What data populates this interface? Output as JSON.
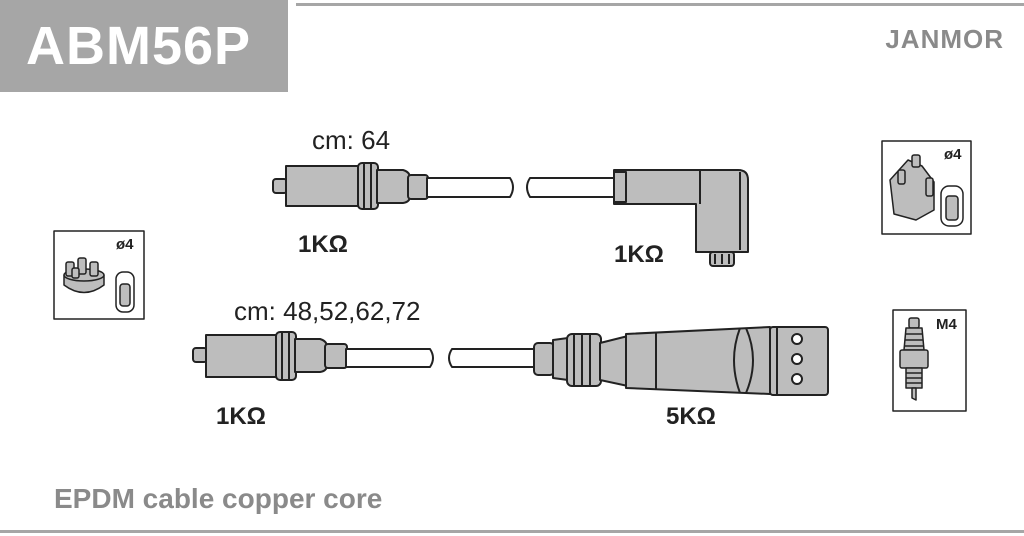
{
  "header": {
    "code": "ABM56P",
    "brand": "JANMOR"
  },
  "cables": [
    {
      "length_label": "cm: 64",
      "left_resistance": "1KΩ",
      "right_resistance": "1KΩ"
    },
    {
      "length_label": "cm: 48,52,62,72",
      "left_resistance": "1KΩ",
      "right_resistance": "5KΩ"
    }
  ],
  "icons": {
    "distributor_left": {
      "rating": "ø4"
    },
    "coil_right": {
      "rating": "ø4"
    },
    "spark_plug": {
      "rating": "M4"
    }
  },
  "footer": {
    "cable_description": "EPDM cable copper core"
  },
  "colors": {
    "header_gray": "#a6a6a6",
    "part_gray": "#bdbdbd",
    "outline": "#222222",
    "text_gray": "#8a8a8a"
  }
}
